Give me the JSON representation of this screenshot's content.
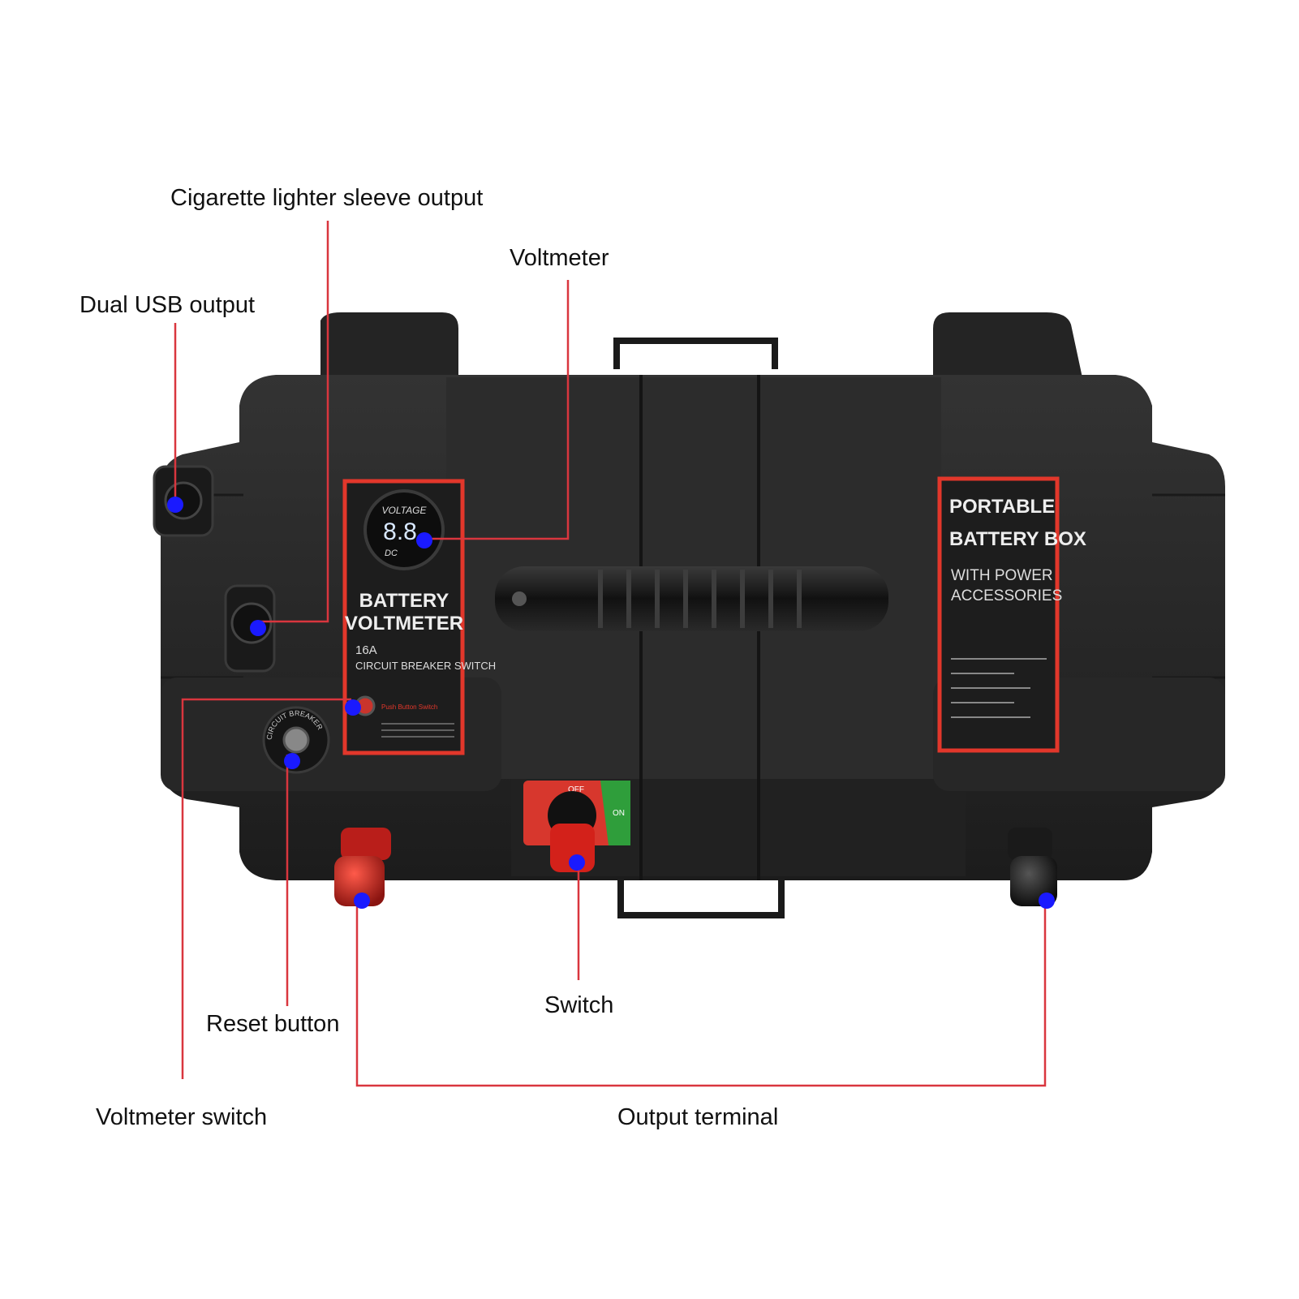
{
  "callouts": {
    "cigarette": "Cigarette lighter sleeve output",
    "voltmeter": "Voltmeter",
    "dual_usb": "Dual USB output",
    "reset": "Reset button",
    "switch": "Switch",
    "voltmeter_switch": "Voltmeter switch",
    "output_terminal": "Output terminal"
  },
  "left_panel": {
    "meter_top": "VOLTAGE",
    "meter_reading": "8.8",
    "meter_bottom": "DC",
    "title_line1": "BATTERY",
    "title_line2": "VOLTMETER",
    "rating": "16A",
    "subtitle": "CIRCUIT BREAKER SWITCH",
    "push_label": "Push Button Switch"
  },
  "right_panel": {
    "title_line1": "PORTABLE",
    "title_line2": "BATTERY BOX",
    "sub_line1": "WITH POWER",
    "sub_line2": "ACCESSORIES"
  },
  "breaker_ring": "CIRCUIT BREAKER",
  "switch_plate": {
    "off": "OFF",
    "on": "ON"
  },
  "colors": {
    "leader": "#d9363e",
    "marker": "#1a1aff",
    "panel_border": "#e2372b",
    "box_body": "#262626",
    "terminal_red": "#c1201c",
    "switch_green": "#2f9e3b"
  }
}
